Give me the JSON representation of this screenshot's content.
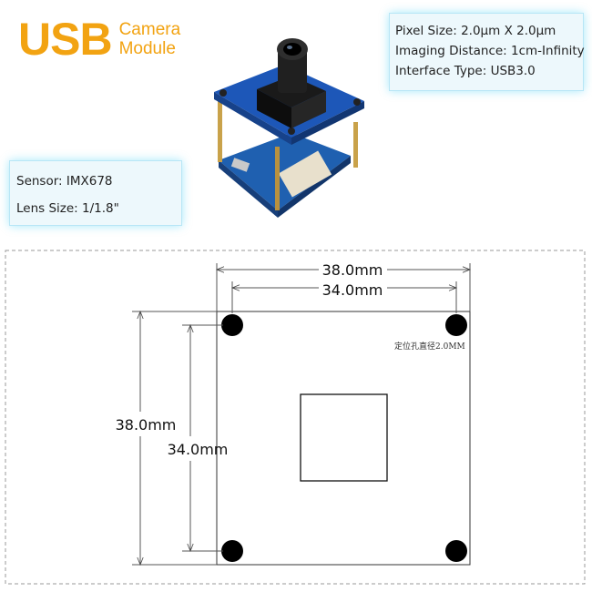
{
  "logo": {
    "usb": "USB",
    "line1": "Camera",
    "line2": "Module"
  },
  "specs_right": [
    "Pixel Size: 2.0μm X 2.0μm",
    "Imaging Distance: 1cm-Infinity",
    "Interface Type: USB3.0"
  ],
  "specs_left": [
    "Sensor: IMX678",
    "Lens Size: 1/1.8\""
  ],
  "drawing": {
    "outer_width": "38.0mm",
    "inner_width": "34.0mm",
    "outer_height": "38.0mm",
    "inner_height": "34.0mm",
    "hole_note": "定位孔直径2.0MM"
  },
  "colors": {
    "accent": "#f2a312",
    "pcb_blue": "#1d57b8",
    "panel_glow": "#22c3f0"
  }
}
